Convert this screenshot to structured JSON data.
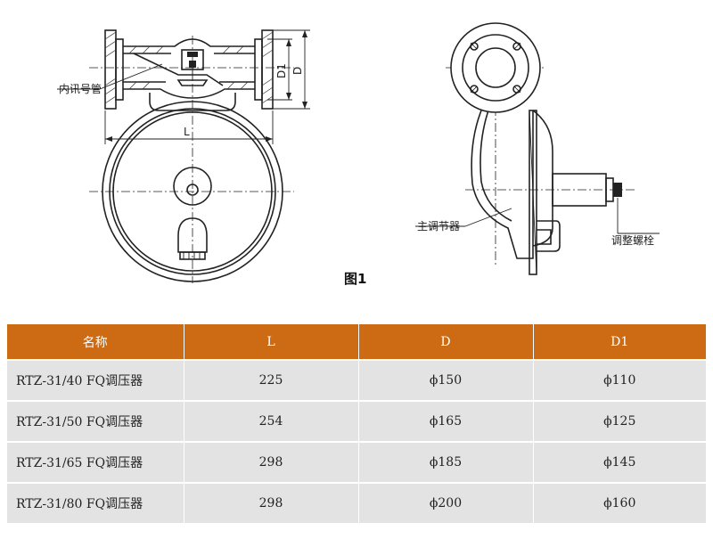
{
  "figure": {
    "caption": "图1",
    "labels": {
      "inner_signal_pipe": "内讯号管",
      "main_regulator": "主调节器",
      "adjusting_bolt": "调整螺栓",
      "dim_L": "L",
      "dim_D1": "D1",
      "dim_D": "D"
    }
  },
  "table": {
    "headers": [
      "名称",
      "L",
      "D",
      "D1"
    ],
    "rows": [
      [
        "RTZ-31/40 FQ调压器",
        "225",
        "ϕ150",
        "ϕ110"
      ],
      [
        "RTZ-31/50 FQ调压器",
        "254",
        "ϕ165",
        "ϕ125"
      ],
      [
        "RTZ-31/65 FQ调压器",
        "298",
        "ϕ185",
        "ϕ145"
      ],
      [
        "RTZ-31/80 FQ调压器",
        "298",
        "ϕ200",
        "ϕ160"
      ]
    ]
  },
  "colors": {
    "header_bg": "#cc6b13",
    "header_text": "#ffffff",
    "row_bg": "#e3e3e3",
    "line": "#222222"
  }
}
